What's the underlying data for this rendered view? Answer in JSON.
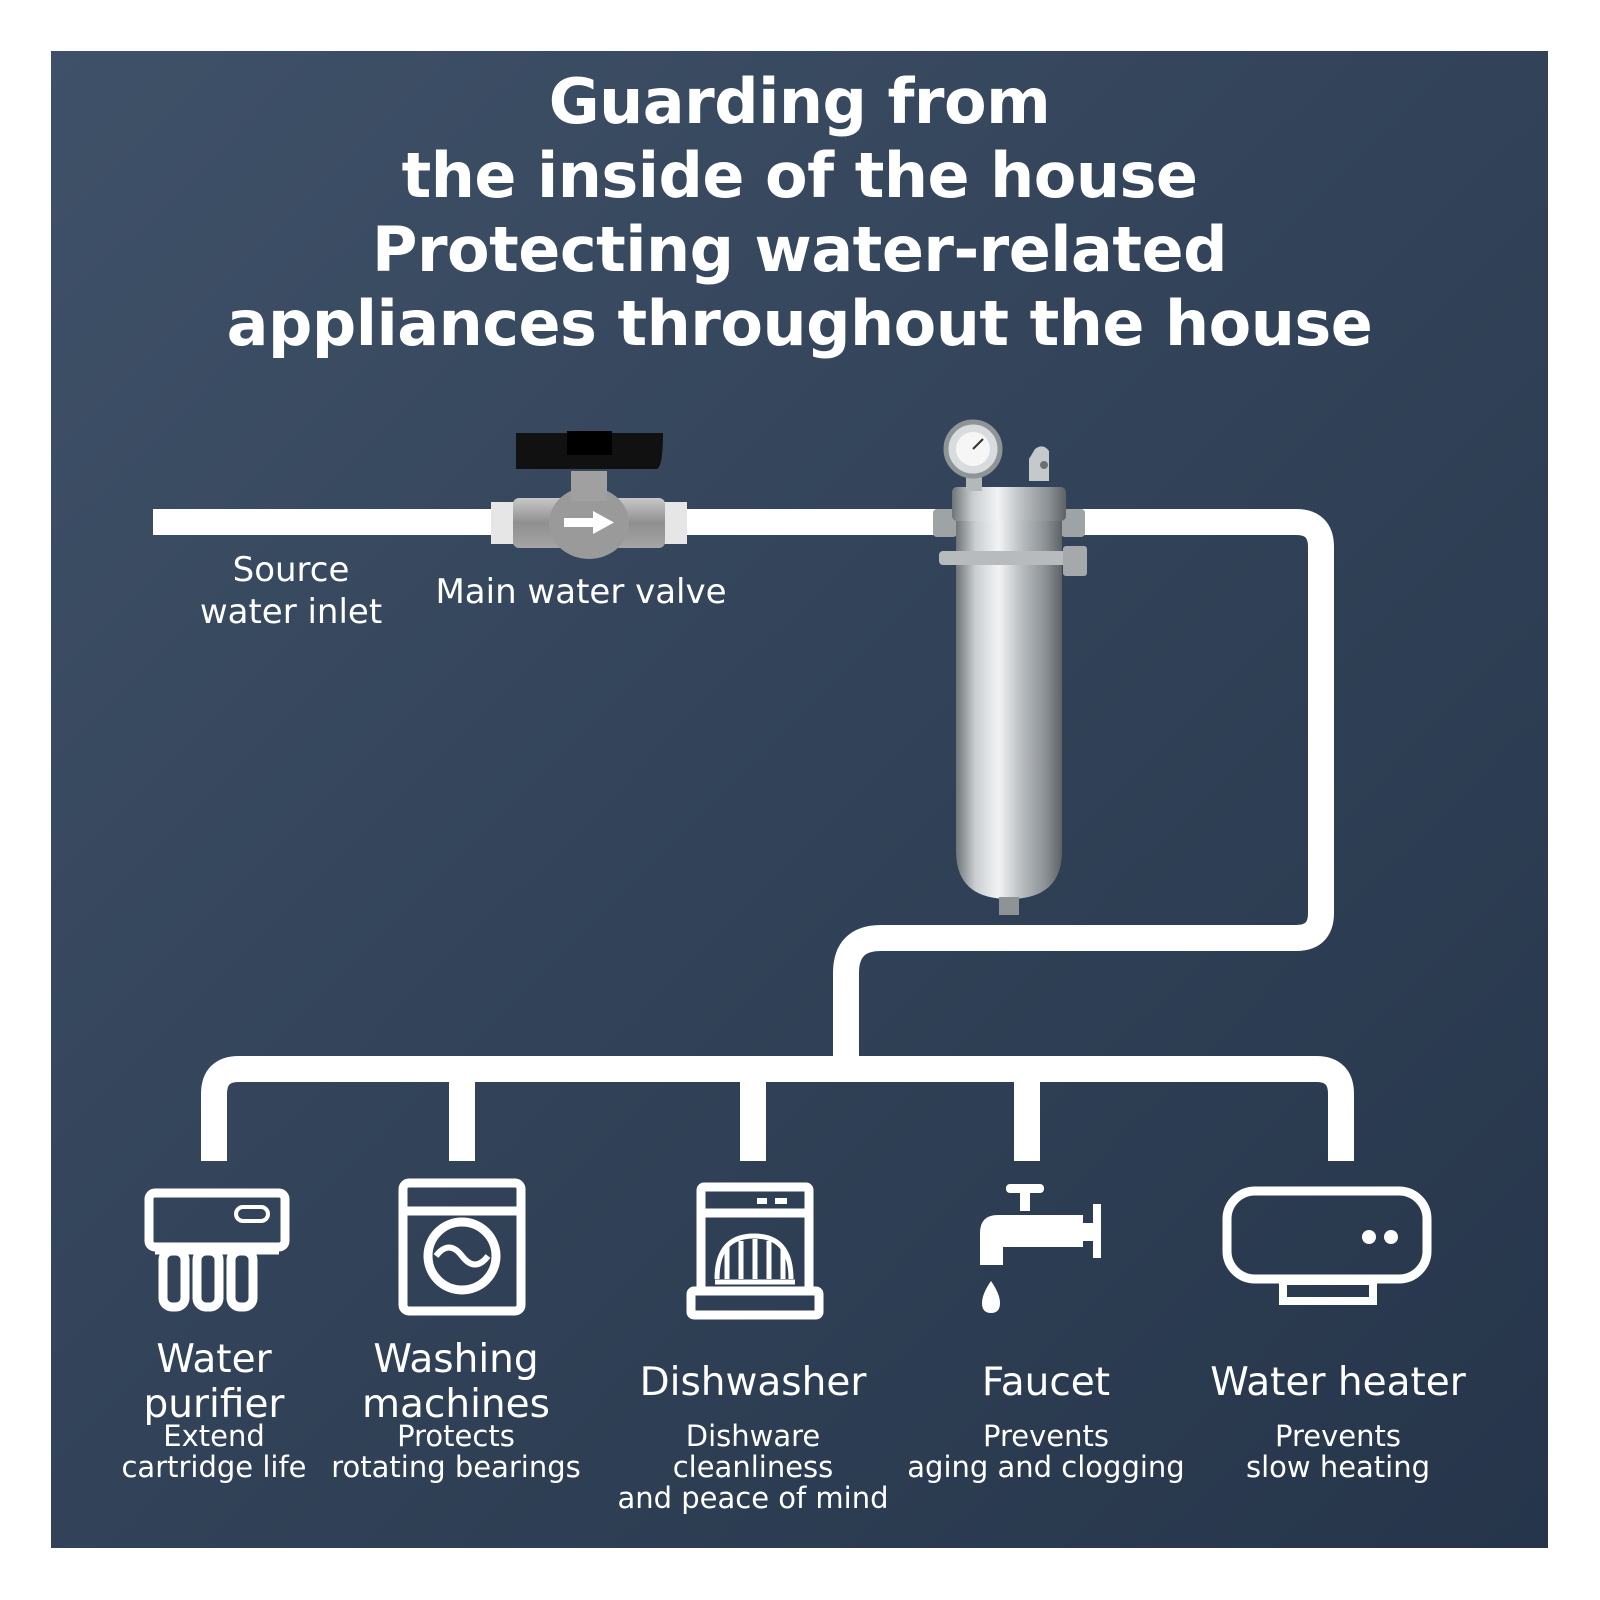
{
  "headline": {
    "lines": [
      "Guarding from",
      "the inside of the house",
      "Protecting water-related",
      "appliances throughout the house"
    ]
  },
  "labels": {
    "inlet": [
      "Source",
      "water inlet"
    ],
    "valve": "Main water valve"
  },
  "appliances": [
    {
      "name": [
        "Water",
        "purifier"
      ],
      "desc": [
        "Extend",
        "cartridge life"
      ],
      "icon": "water-purifier-icon"
    },
    {
      "name": [
        "Washing",
        "machines"
      ],
      "desc": [
        "Protects",
        "rotating bearings"
      ],
      "icon": "washing-machine-icon"
    },
    {
      "name": [
        "Dishwasher"
      ],
      "desc": [
        "Dishware cleanliness",
        "and peace of mind"
      ],
      "icon": "dishwasher-icon"
    },
    {
      "name": [
        "Faucet"
      ],
      "desc": [
        "Prevents",
        "aging and clogging"
      ],
      "icon": "faucet-icon"
    },
    {
      "name": [
        "Water heater"
      ],
      "desc": [
        "Prevents",
        "slow heating"
      ],
      "icon": "water-heater-icon"
    }
  ],
  "colors": {
    "background": "#33445a",
    "pipe": "#ffffff",
    "text": "#ffffff"
  }
}
